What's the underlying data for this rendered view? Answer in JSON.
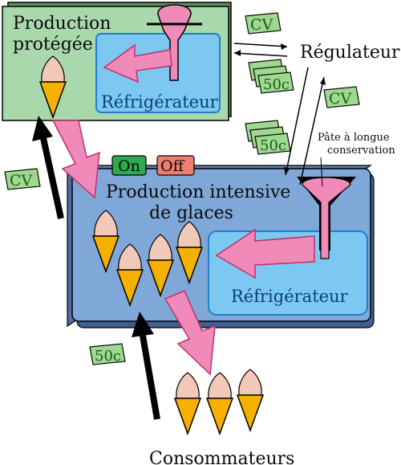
{
  "diagram": {
    "labels": {
      "protected_line1": "Production",
      "protected_line2": "protégée",
      "fridge_top": "Réfrigérateur",
      "regulator": "Régulateur",
      "intensive_line1": "Production intensive",
      "intensive_line2": "de glaces",
      "fridge_main": "Réfrigérateur",
      "paste_line1": "Pâte à longue",
      "paste_line2": "conservation",
      "consumers": "Consommateurs"
    },
    "tags": {
      "cv": "CV",
      "fifty_c": "50c",
      "on": "On",
      "off": "Off"
    },
    "colors": {
      "protected_box": "#a8d8ac",
      "intensive_box": "#7fa8d8",
      "fridge": "#7dc8f0",
      "arrow_pink": "#f08ab8",
      "ticket_green": "#9fd88f",
      "on_button": "#2fa84f",
      "off_button": "#ee7f6f",
      "cone": "#f5b000",
      "scoop": "#f2c8b8"
    }
  }
}
